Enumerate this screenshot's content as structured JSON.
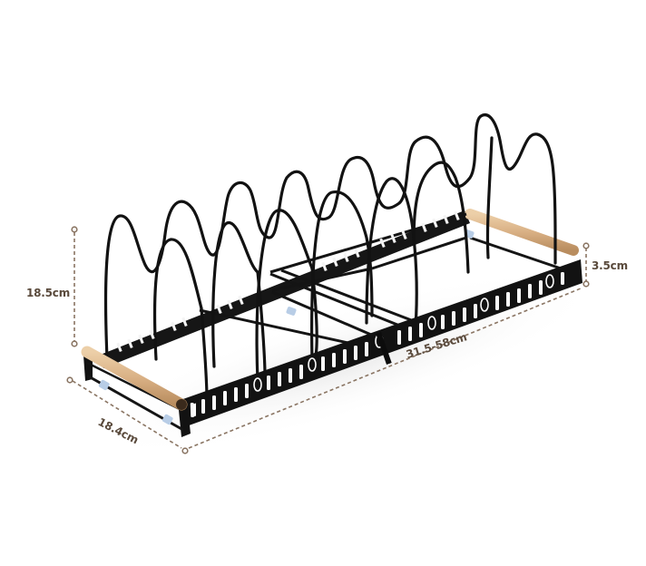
{
  "product": {
    "name": "Expandable pot lid organizer rack",
    "frame_color": "#111111",
    "handle_color": "#d9b48a",
    "background_color": "#ffffff",
    "divider_count": 7
  },
  "dimensions": {
    "height": {
      "label": "18.5cm",
      "dimension": "overall-height"
    },
    "base_height": {
      "label": "3.5cm",
      "dimension": "base-frame-height"
    },
    "length": {
      "label": "31.5-58cm",
      "dimension": "adjustable-length"
    },
    "width": {
      "label": "18.4cm",
      "dimension": "width"
    }
  },
  "annotation_style": {
    "line_color": "#8a7563",
    "text_color": "#5a4a3c",
    "line_style": "dashed",
    "endpoint": "circle"
  }
}
